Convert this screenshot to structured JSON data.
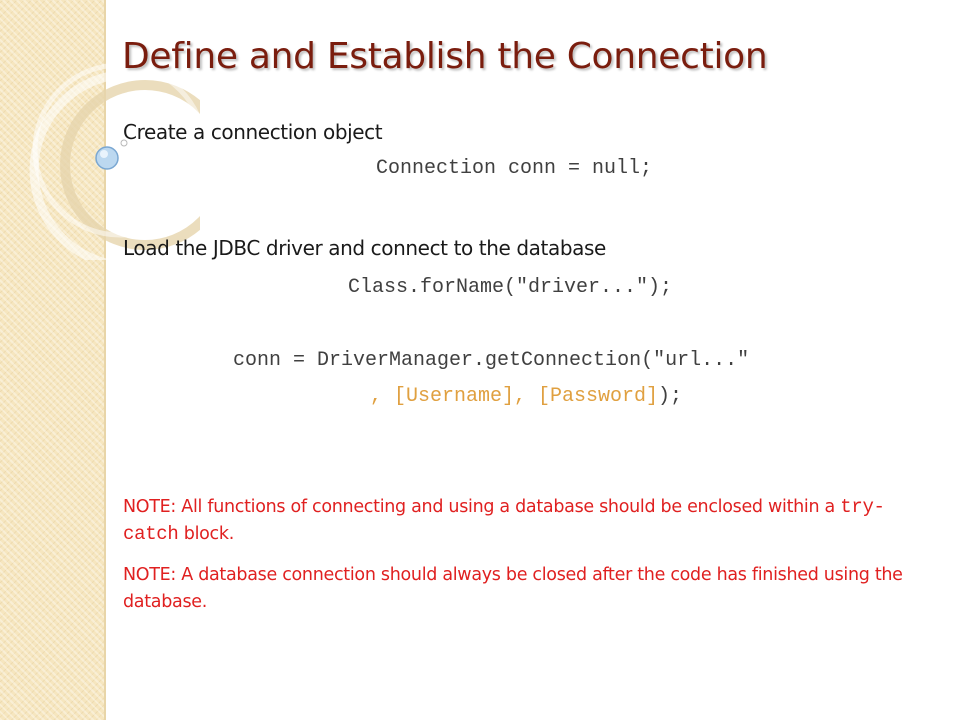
{
  "slide": {
    "title": "Define and Establish the Connection",
    "bullet1": "Create a connection object",
    "code1": "Connection conn = null;",
    "bullet2": "Load the JDBC driver and connect to the database",
    "code2": "Class.forName(\"driver...\");",
    "code3": "conn = DriverManager.getConnection(\"url...\"",
    "code4_lead": ", [Username], [Password]",
    "code4_tail": ");",
    "note1_prefix": "NOTE: All functions of connecting and using a database  should be enclosed within a ",
    "note1_code": "try-catch",
    "note1_suffix": " block.",
    "note2": "NOTE: A database connection should always be closed after the code has finished using the database."
  },
  "colors": {
    "title": "#7a1d0e",
    "note": "#e02020",
    "strip": "#f6e6bf"
  }
}
